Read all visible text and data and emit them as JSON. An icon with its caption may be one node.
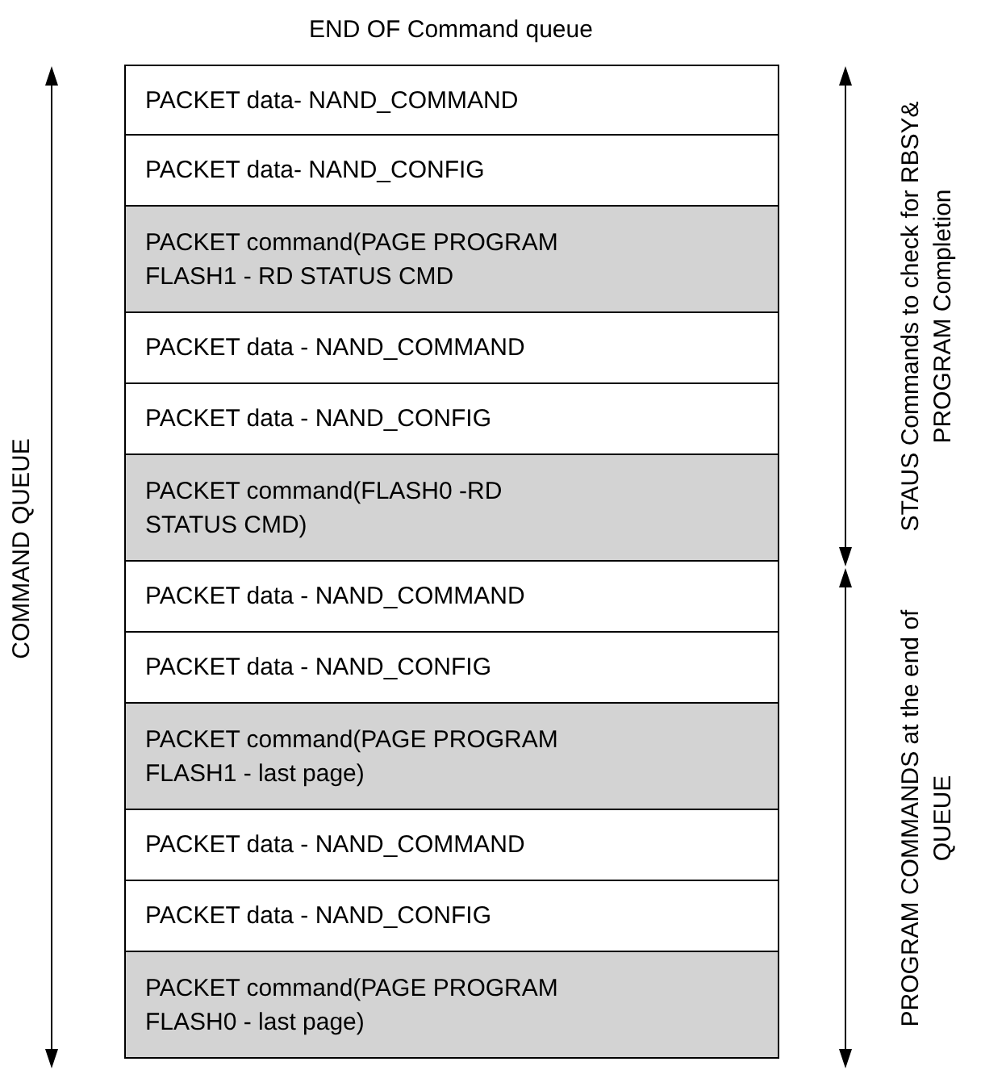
{
  "diagram": {
    "title": "END OF Command queue",
    "nodes": [
      {
        "text": [
          "PACKET data- NAND_COMMAND"
        ]
      },
      {
        "text": [
          "PACKET data- NAND_CONFIG"
        ]
      },
      {
        "text": [
          "PACKET command(PAGE PROGRAM FLASH1 - RD STATUS CMD"
        ]
      },
      {
        "text": [
          "PACKET data - NAND_COMMAND"
        ]
      },
      {
        "text": [
          "PACKET data - NAND_CONFIG"
        ]
      },
      {
        "text": [
          "PACKET command(FLASH0 -RD STATUS CMD)"
        ]
      },
      {
        "text": [
          "PACKET data - NAND_COMMAND"
        ]
      },
      {
        "text": [
          "PACKET data - NAND_CONFIG"
        ]
      },
      {
        "text": [
          "PACKET command(PAGE PROGRAM FLASH1 - last page)"
        ]
      },
      {
        "text": [
          "PACKET data - NAND_COMMAND"
        ]
      },
      {
        "text": [
          "PACKET data - NAND_CONFIG"
        ]
      },
      {
        "text": [
          "PACKET command(PAGE PROGRAM FLASH0 - last page)"
        ]
      }
    ],
    "labels": [
      "COMMAND QUEUE",
      "STAUS Commands to check for RBSY& PROGRAM Completion",
      "PROGRAM COMMANDS at the end of QUEUE"
    ]
  }
}
